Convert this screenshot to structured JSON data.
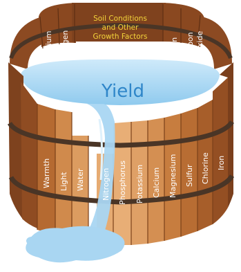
{
  "title_line1": "Soil Conditions",
  "title_line2": "and Other",
  "title_line3": "Growth Factors",
  "yield_label": "Yield",
  "back_staves": [
    "Sodium",
    "Oxygen",
    "Boron",
    "Carbon",
    "Dioxide"
  ],
  "front_staves": [
    "Warmth",
    "Light",
    "Water",
    "Nitrogen",
    "Phosphorus",
    "Potassium",
    "Calcium",
    "Magnesium",
    "Sulfur",
    "Chlorine",
    "Iron"
  ],
  "colors": {
    "wood_dark": "#8a4b22",
    "wood_mid": "#c57a3c",
    "wood_light": "#e3a266",
    "band": "#4a3526",
    "water": "#a9d6f2",
    "water_dark": "#7fbfe6",
    "label_yellow": "#f3d33a"
  }
}
